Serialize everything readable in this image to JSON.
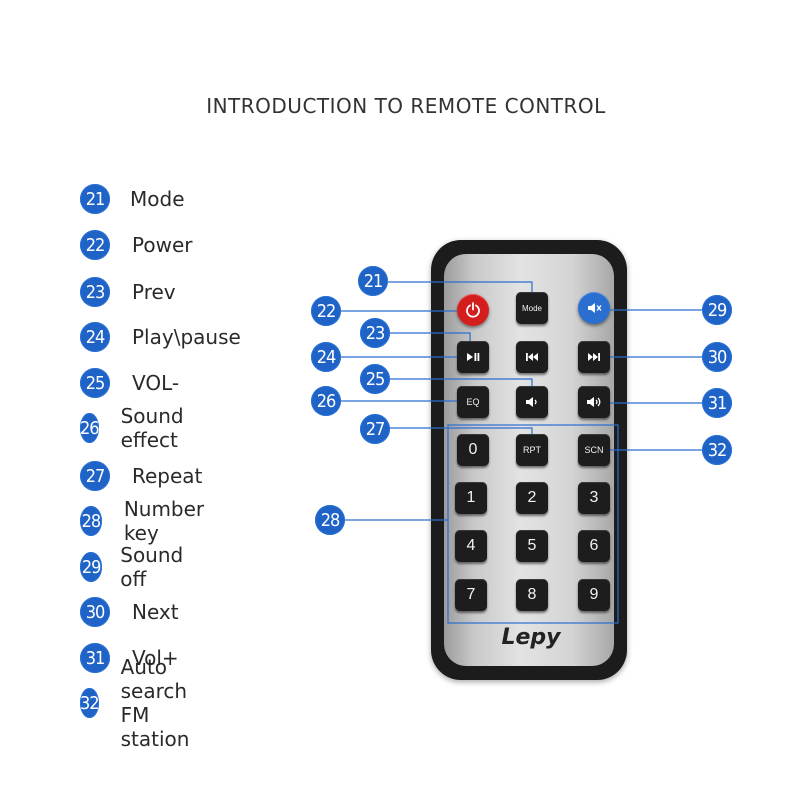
{
  "title": "INTRODUCTION TO REMOTE CONTROL",
  "legend": [
    {
      "num": "21",
      "label": "Mode"
    },
    {
      "num": "22",
      "label": "Power"
    },
    {
      "num": "23",
      "label": "Prev"
    },
    {
      "num": "24",
      "label": "Play\\pause"
    },
    {
      "num": "25",
      "label": "VOL-"
    },
    {
      "num": "26",
      "label": "Sound effect"
    },
    {
      "num": "27",
      "label": "Repeat"
    },
    {
      "num": "28",
      "label": "Number key"
    },
    {
      "num": "29",
      "label": "Sound off"
    },
    {
      "num": "30",
      "label": "Next"
    },
    {
      "num": "31",
      "label": "Vol+"
    },
    {
      "num": "32",
      "label": "Auto search FM station"
    }
  ],
  "remote": {
    "brand": "Lepy",
    "keys": {
      "mode": "Mode",
      "eq": "EQ",
      "rpt": "RPT",
      "scn": "SCN",
      "digits": [
        "0",
        "1",
        "2",
        "3",
        "4",
        "5",
        "6",
        "7",
        "8",
        "9"
      ]
    },
    "icons": {
      "power": "power-icon",
      "mute": "speaker-mute-icon",
      "play_pause": "play-pause-icon",
      "prev": "previous-track-icon",
      "next": "next-track-icon",
      "vol_down": "volume-down-icon",
      "vol_up": "volume-up-icon"
    }
  },
  "callouts": {
    "c21": "21",
    "c22": "22",
    "c23": "23",
    "c24": "24",
    "c25": "25",
    "c26": "26",
    "c27": "27",
    "c28": "28",
    "c29": "29",
    "c30": "30",
    "c31": "31",
    "c32": "32"
  },
  "colors": {
    "badge": "#1f63c7",
    "power_key": "#d41e1e",
    "mute_key": "#2a6ed0",
    "key": "#1d1d1d"
  }
}
